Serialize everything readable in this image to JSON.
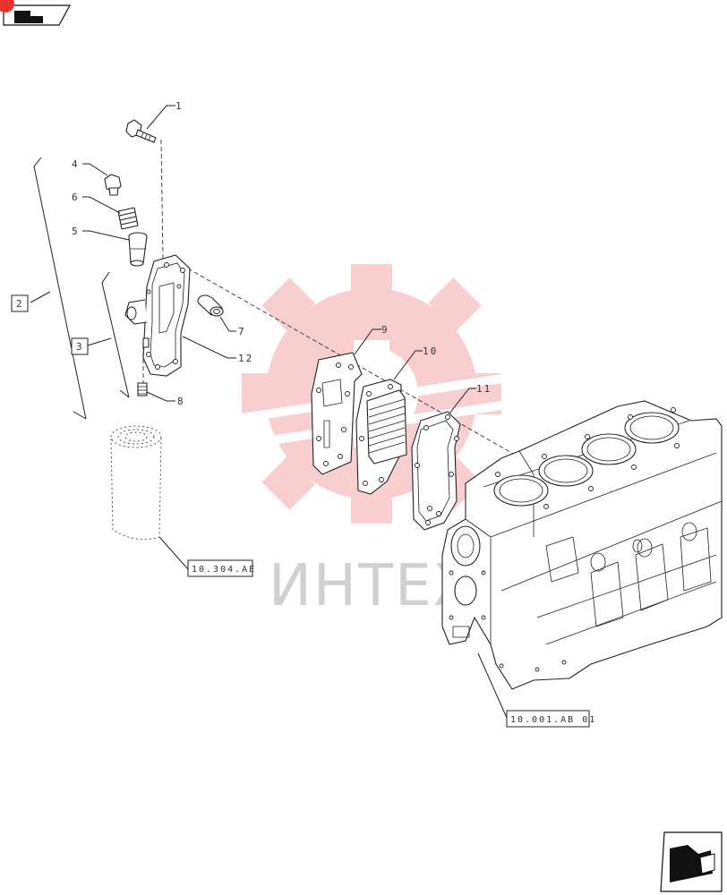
{
  "colors": {
    "line": "#222222",
    "watermark": "#f3a7a8",
    "watermark_text": "#d0d0d0",
    "badge": "#e8342e"
  },
  "icons": {
    "top_nav": "prev-page-arrow-icon",
    "bottom_nav": "next-page-arrow-icon"
  },
  "watermark": {
    "text": "ИНТЕХ"
  },
  "callouts": [
    {
      "id": "1",
      "label": "1"
    },
    {
      "id": "2",
      "label": "2"
    },
    {
      "id": "3",
      "label": "3"
    },
    {
      "id": "4",
      "label": "4"
    },
    {
      "id": "5",
      "label": "5"
    },
    {
      "id": "6",
      "label": "6"
    },
    {
      "id": "7",
      "label": "7"
    },
    {
      "id": "8",
      "label": "8"
    },
    {
      "id": "9",
      "label": "9"
    },
    {
      "id": "10",
      "label": "10"
    },
    {
      "id": "11",
      "label": "11"
    },
    {
      "id": "12",
      "label": "12"
    }
  ],
  "references": {
    "oil_filter": "10.304.AE",
    "engine_block": "10.001.AB 01"
  }
}
